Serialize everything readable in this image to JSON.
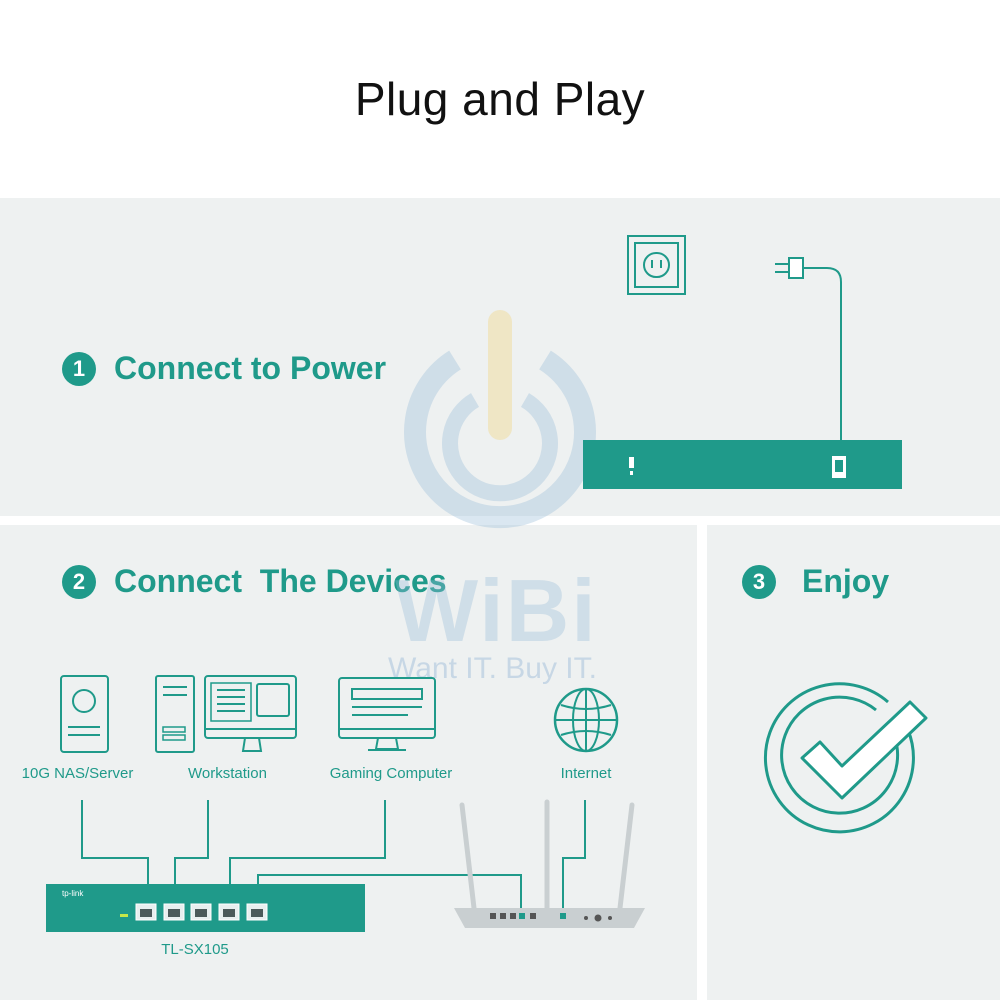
{
  "title": "Plug and Play",
  "steps": [
    {
      "number": "1",
      "label": "Connect to Power"
    },
    {
      "number": "2",
      "label": "Connect  The Devices"
    },
    {
      "number": "3",
      "label": "Enjoy"
    }
  ],
  "devices": {
    "nas": "10G NAS/Server",
    "workstation": "Workstation",
    "gaming": "Gaming Computer",
    "internet": "Internet"
  },
  "switch_model": "TL-SX105",
  "brand_logo": "tp-link",
  "watermark": {
    "brand": "WiBi",
    "tagline": "Want IT. Buy IT."
  },
  "colors": {
    "accent": "#1f9a8a",
    "panel": "#eef1f1"
  }
}
